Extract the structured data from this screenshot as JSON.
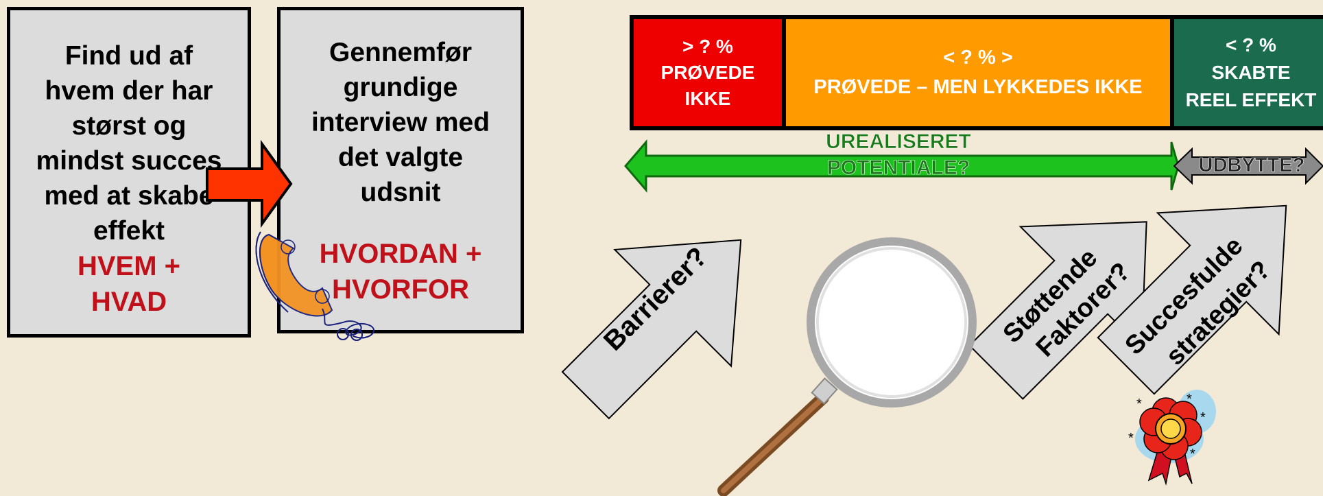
{
  "boxes": {
    "box1": {
      "lines": [
        "Find ud af",
        "hvem der har",
        "størst  og",
        "mindst succes",
        "med at skabe",
        "effekt"
      ],
      "accent": [
        "HVEM +",
        "HVAD"
      ]
    },
    "box2": {
      "lines": [
        "Gennemfør",
        "grundige",
        "interview med",
        "det valgte",
        "udsnit"
      ],
      "accent": [
        "HVORDAN +",
        "HVORFOR"
      ]
    }
  },
  "bar": {
    "red": [
      "> ? %",
      "PRØVEDE",
      "IKKE"
    ],
    "orange": [
      "< ? % >",
      "PRØVEDE – MEN LYKKEDES IKKE"
    ],
    "green": [
      "< ? %",
      "SKABTE",
      "REEL EFFEKT"
    ]
  },
  "labels": {
    "potential": [
      "UREALISERET",
      "POTENTIALE?"
    ],
    "udbytte": "UDBYTTE?"
  },
  "arrows": {
    "barriers": "Barrierer?",
    "supporting": [
      "Støttende",
      "Faktorer?"
    ],
    "strategies": [
      "Succesfulde",
      "strategier?"
    ]
  },
  "colors": {
    "background": "#f2ead6",
    "box_fill": "#dcdcdc",
    "accent_red": "#c0111a",
    "bar_red": "#ee0000",
    "bar_orange": "#ff9a00",
    "bar_green": "#1b6b4f",
    "arrow_green": "#1ec21e",
    "arrow_gray": "#8a8a8a",
    "connector": "#ff3300",
    "phone": "#f39324"
  },
  "icons": [
    "arrow-right-icon",
    "phone-icon",
    "magnifier-icon",
    "award-rosette-icon"
  ]
}
